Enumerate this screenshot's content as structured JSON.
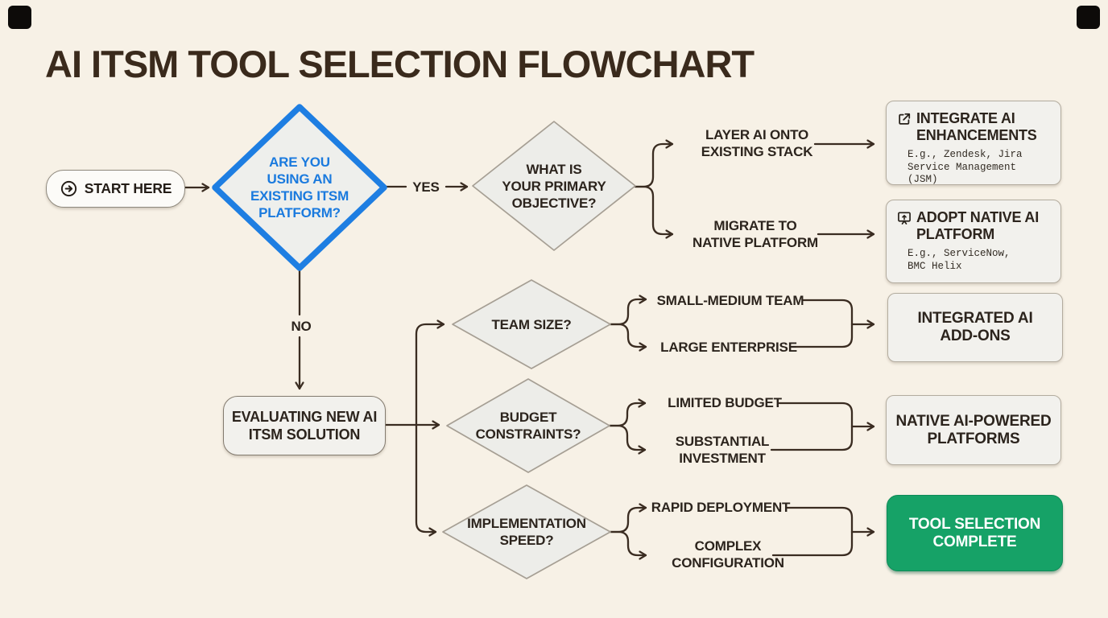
{
  "title": "AI ITSM TOOL SELECTION FLOWCHART",
  "colors": {
    "background": "#f7f1e6",
    "line": "#3a2c21",
    "accent_blue": "#1d7fe3",
    "success_green": "#16a267",
    "box_fill": "#f2f1ed",
    "diamond_fill": "#edede9"
  },
  "start": {
    "label": "START HERE",
    "icon": "arrow-right-circle-icon"
  },
  "decisions": {
    "existing_platform": {
      "question": "ARE YOU\nUSING AN\nEXISTING ITSM\nPLATFORM?"
    },
    "primary_objective": {
      "question": "WHAT IS\nYOUR PRIMARY\nOBJECTIVE?"
    },
    "team_size": {
      "question": "TEAM SIZE?"
    },
    "budget": {
      "question": "BUDGET\nCONSTRAINTS?"
    },
    "speed": {
      "question": "IMPLEMENTATION\nSPEED?"
    }
  },
  "edges": {
    "yes": "YES",
    "no": "NO"
  },
  "branches": {
    "layer_ai": "LAYER AI ONTO\nEXISTING STACK",
    "migrate": "MIGRATE TO\nNATIVE PLATFORM",
    "small_team": "SMALL-MEDIUM TEAM",
    "large_enterprise": "LARGE ENTERPRISE",
    "limited_budget": "LIMITED BUDGET",
    "substantial_investment": "SUBSTANTIAL\nINVESTMENT",
    "rapid_deployment": "RAPID DEPLOYMENT",
    "complex_configuration": "COMPLEX\nCONFIGURATION"
  },
  "process": {
    "evaluating": "EVALUATING NEW AI\nITSM SOLUTION"
  },
  "outcomes": {
    "integrate": {
      "icon": "external-link-icon",
      "title": "INTEGRATE AI\nENHANCEMENTS",
      "subtitle": "E.g., Zendesk, Jira\nService Management (JSM)"
    },
    "adopt": {
      "icon": "screen-share-icon",
      "title": "ADOPT NATIVE AI\nPLATFORM",
      "subtitle": "E.g., ServiceNow,\nBMC Helix"
    },
    "addons": {
      "title": "INTEGRATED AI\nADD-ONS"
    },
    "native": {
      "title": "NATIVE AI-POWERED\nPLATFORMS"
    },
    "complete": {
      "title": "TOOL SELECTION\nCOMPLETE"
    }
  }
}
